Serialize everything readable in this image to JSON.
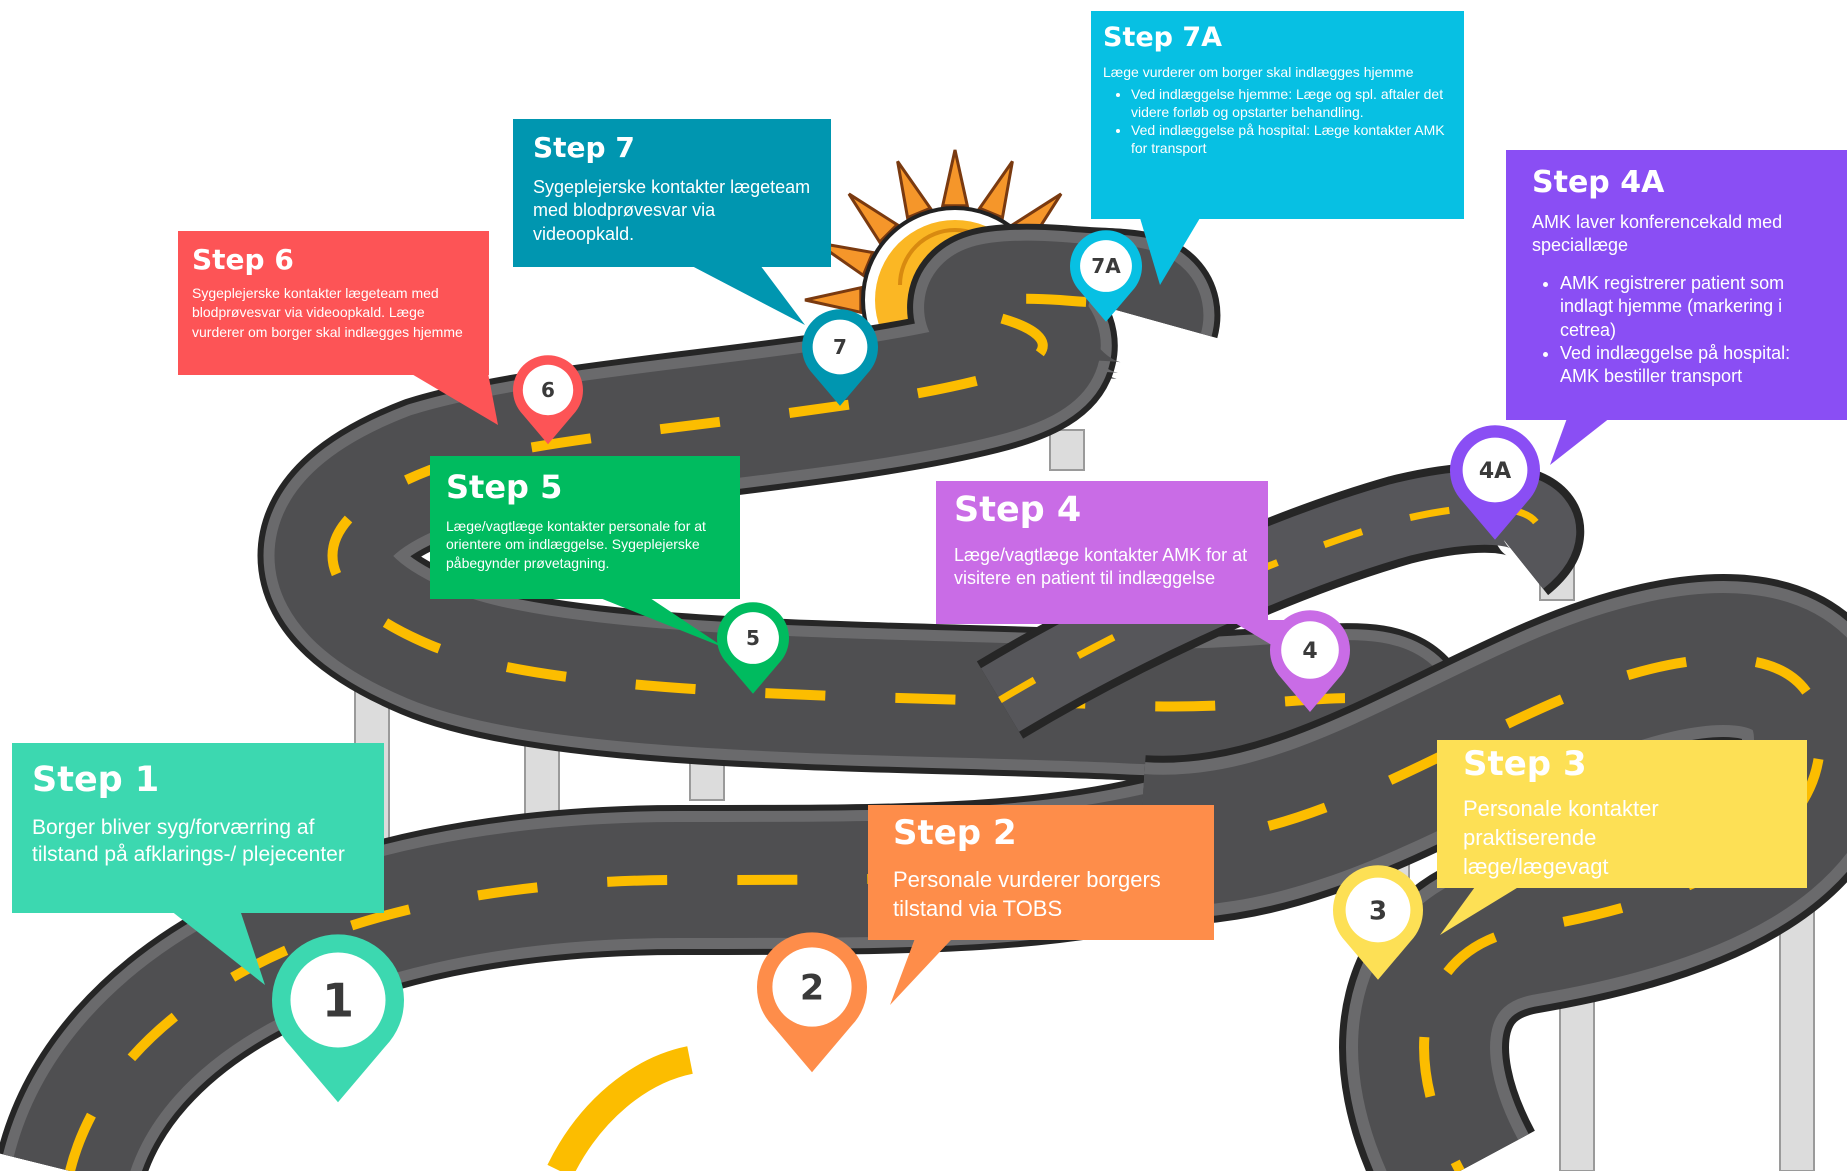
{
  "colors": {
    "step1": "#3cd8b0",
    "step2": "#fe8d4a",
    "step3": "#fde055",
    "step4": "#c96ce6",
    "step4a": "#8a4ef4",
    "step5": "#00bb5f",
    "step6": "#fd5456",
    "step7": "#0096b0",
    "step7a": "#07c0e3",
    "road": "#4f4f51",
    "road_edge": "#6a6a6c",
    "lane_marking": "#fcbd00",
    "sun": "#fbb724",
    "sun_rays": "#f5962a"
  },
  "steps": {
    "s1": {
      "title": "Step 1",
      "text": "Borger bliver syg/forværring af tilstand på afklarings-/ plejecenter",
      "pin": "1"
    },
    "s2": {
      "title": "Step 2",
      "text": "Personale vurderer borgers tilstand via TOBS",
      "pin": "2"
    },
    "s3": {
      "title": "Step 3",
      "text": "Personale kontakter praktiserende læge/lægevagt",
      "pin": "3"
    },
    "s4": {
      "title": "Step 4",
      "text": "Læge/vagtlæge kontakter AMK for at visitere en patient til indlæggelse",
      "pin": "4"
    },
    "s4a": {
      "title": "Step 4A",
      "text": "AMK laver konferencekald med speciallæge",
      "bullets": [
        "AMK registrerer patient som indlagt hjemme (markering i cetrea)",
        "Ved indlæggelse på hospital: AMK bestiller transport"
      ],
      "pin": "4A"
    },
    "s5": {
      "title": "Step 5",
      "text": "Læge/vagtlæge kontakter personale for at orientere om indlæggelse. Sygeplejerske påbegynder prøvetagning.",
      "pin": "5"
    },
    "s6": {
      "title": "Step 6",
      "text": "Sygeplejerske kontakter lægeteam med blodprøvesvar via videoopkald. Læge vurderer om borger skal indlægges hjemme",
      "pin": "6"
    },
    "s7": {
      "title": "Step 7",
      "text": "Sygeplejerske kontakter lægeteam med blodprøvesvar via videoopkald.",
      "pin": "7"
    },
    "s7a": {
      "title": "Step 7A",
      "text": "Læge vurderer om borger skal indlægges hjemme",
      "bullets": [
        "Ved indlæggelse hjemme: Læge og spl. aftaler det videre forløb og opstarter behandling.",
        "Ved indlæggelse på hospital: Læge kontakter AMK for transport"
      ],
      "pin": "7A"
    }
  }
}
